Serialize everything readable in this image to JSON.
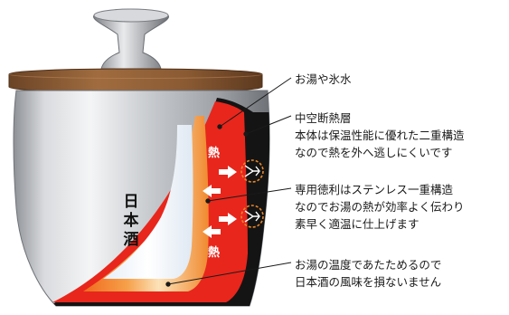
{
  "callouts": {
    "hot_water": "お湯や氷水",
    "vacuum_title": "中空断熱層",
    "vacuum_body_1": "本体は保温性能に優れた二重構造",
    "vacuum_body_2": "なので熱を外へ逃しにくいです",
    "stainless_title": "専用徳利はステンレス一重構造",
    "stainless_body_1": "なのでお湯の熱が効率よく伝わり",
    "stainless_body_2": "素早く適温に仕上げます",
    "temp_1": "お湯の温度であたためるので",
    "temp_2": "日本酒の風味を損ないません"
  },
  "labels": {
    "sake": [
      "日",
      "本",
      "酒"
    ],
    "heat": "熱"
  },
  "colors": {
    "hot_water_red": "#e8261c",
    "flask_orange": "#f07a24",
    "vacuum_black": "#141414",
    "lid_wood": "#8a5a33",
    "steel": "#c9ccd0",
    "arrow_ring": "#e8862a"
  }
}
